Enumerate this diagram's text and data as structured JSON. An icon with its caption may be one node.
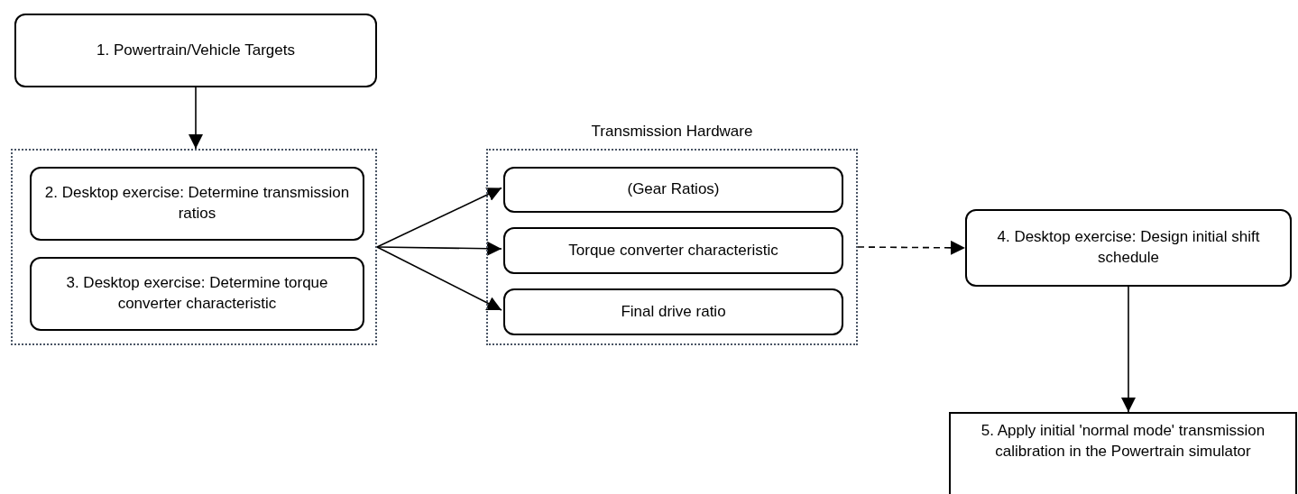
{
  "diagram": {
    "nodes": [
      {
        "text": [
          "1. Powertrain/Vehicle Targets"
        ]
      },
      {
        "text": [],
        "shape": "box"
      },
      {
        "text": [
          "2. Desktop exercise: Determine transmission ratios"
        ],
        "in": 1
      },
      {
        "text": [
          "3. Desktop exercise: Determine torque converter characteristic"
        ],
        "in": 1
      },
      {
        "text": [
          "Transmission Hardware"
        ]
      },
      {
        "text": [
          "(Gear Ratios)"
        ],
        "in": 4
      },
      {
        "text": [
          "Torque converter characteristic"
        ],
        "in": 4
      },
      {
        "text": [
          "Final drive ratio"
        ],
        "in": 4
      },
      {
        "text": [
          "4. Desktop exercise: Design initial shift schedule"
        ]
      },
      {
        "text": [
          "5. Apply initial 'normal mode' transmission calibration in the Powertrain simulator"
        ]
      }
    ],
    "edges": [
      {
        "from": 0,
        "to": 1,
        "arrow": "to"
      },
      {
        "from": 1,
        "to": 5,
        "arrow": "to"
      },
      {
        "from": 1,
        "to": 6,
        "arrow": "to"
      },
      {
        "from": 1,
        "to": 7,
        "arrow": "to"
      },
      {
        "from": 4,
        "to": 8,
        "arrow": "to",
        "style": "dashed"
      },
      {
        "from": 8,
        "to": 9,
        "arrow": "to"
      }
    ]
  }
}
